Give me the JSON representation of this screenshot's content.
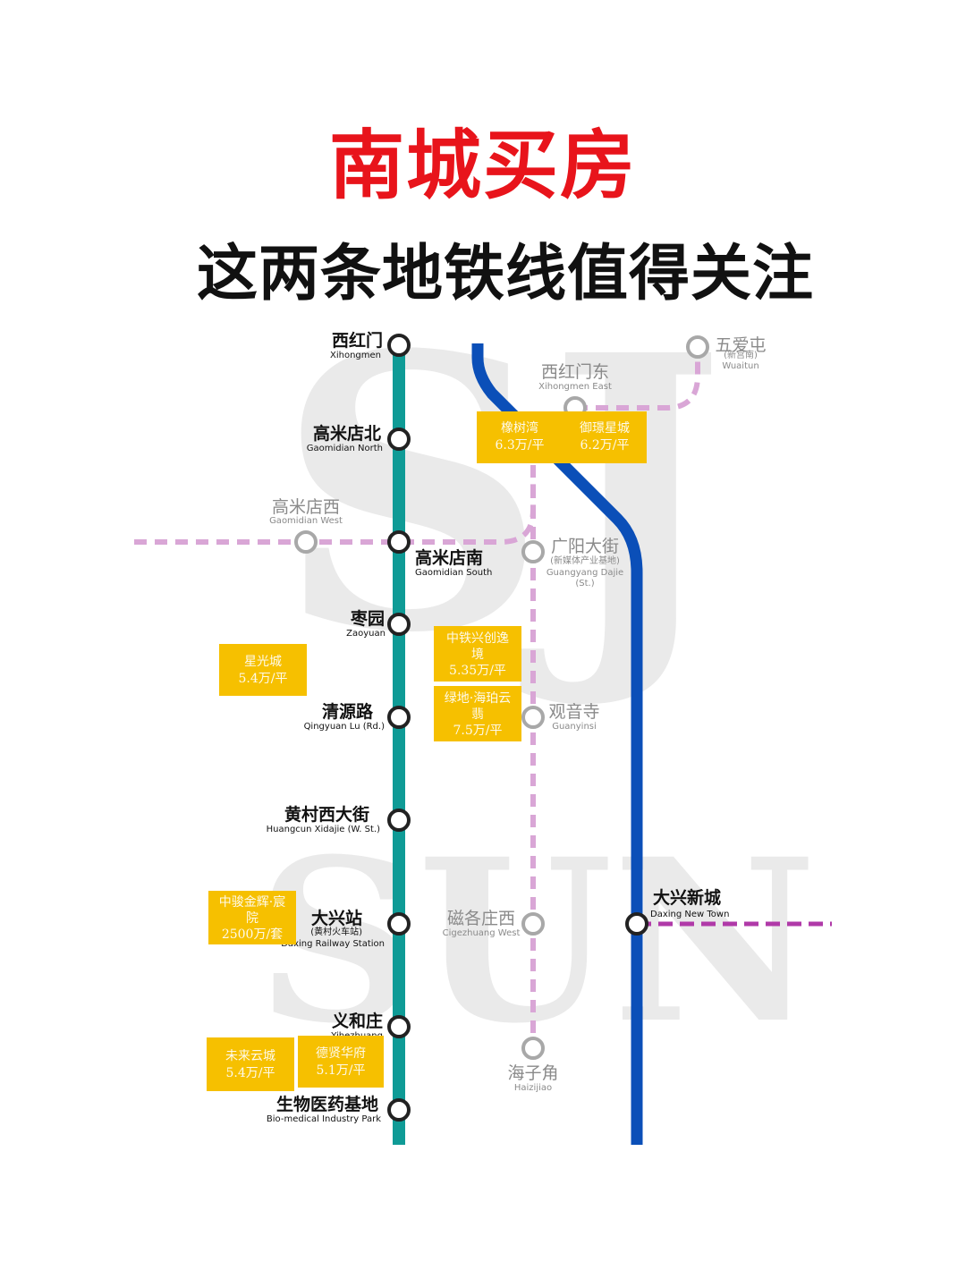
{
  "header": {
    "title": "南城买房",
    "title_color": "#e8141b",
    "subtitle": "这两条地铁线值得关注"
  },
  "watermark": {
    "line1": "SJ",
    "line2": "SUN",
    "color": "#d9d9d9"
  },
  "lines": {
    "line_a_color": "#0f9b96",
    "line_b_color": "#0b4fb8",
    "line_c_color": "#d9a6d6",
    "line_d_color": "#b03aa8"
  },
  "stations": {
    "xihongmen": {
      "cn": "西红门",
      "en": "Xihongmen"
    },
    "gaomidian_north": {
      "cn": "高米店北",
      "en": "Gaomidian North"
    },
    "gaomidian_west": {
      "cn": "高米店西",
      "en": "Gaomidian West"
    },
    "gaomidian_south": {
      "cn": "高米店南",
      "en": "Gaomidian South"
    },
    "zaoyuan": {
      "cn": "枣园",
      "en": "Zaoyuan"
    },
    "qingyuan_lu": {
      "cn": "清源路",
      "en": "Qingyuan Lu (Rd.)"
    },
    "huangcun_xidajie": {
      "cn": "黄村西大街",
      "en": "Huangcun Xidajie (W. St.)"
    },
    "daxing_station": {
      "cn": "大兴站",
      "note": "(黄村火车站)",
      "en": "Daxing Railway Station"
    },
    "yihezhuang": {
      "cn": "义和庄",
      "en": "Yihezhuang"
    },
    "biomedical": {
      "cn": "生物医药基地",
      "en": "Bio-medical Industry Park"
    },
    "xihongmen_east": {
      "cn": "西红门东",
      "en": "Xihongmen East"
    },
    "wuaitun": {
      "cn": "五爱屯",
      "note": "(新宫南)",
      "en": "Wuaitun"
    },
    "guangyang_dajie": {
      "cn": "广阳大街",
      "note": "(新媒体产业基地)",
      "en": "Guangyang Dajie",
      "en2": "(St.)"
    },
    "guanyinsi": {
      "cn": "观音寺",
      "en": "Guanyinsi"
    },
    "cigezhuang_west": {
      "cn": "磁各庄西",
      "en": "Cigezhuang West"
    },
    "haizijiao": {
      "cn": "海子角",
      "en": "Haizijiao"
    },
    "daxing_new_town": {
      "cn": "大兴新城",
      "en": "Daxing New Town"
    }
  },
  "projects": [
    {
      "id": "xiangshuwan",
      "lines": [
        "橡树湾",
        "6.3万/平"
      ]
    },
    {
      "id": "yujingxingcheng",
      "lines": [
        "御璟星城",
        "6.2万/平"
      ]
    },
    {
      "id": "zhongtie",
      "lines": [
        "中铁兴创逸",
        "境",
        "5.35万/平"
      ]
    },
    {
      "id": "xingguangcheng",
      "lines": [
        "星光城",
        "5.4万/平"
      ]
    },
    {
      "id": "lvdi",
      "lines": [
        "绿地·海珀云",
        "翡",
        "7.5万/平"
      ]
    },
    {
      "id": "zhongzhuang",
      "lines": [
        "中骏金辉·宸",
        "院",
        "2500万/套"
      ]
    },
    {
      "id": "weilaiyuncheng",
      "lines": [
        "未来云城",
        "5.4万/平"
      ]
    },
    {
      "id": "dexianhuafu",
      "lines": [
        "德贤华府",
        "5.1万/平"
      ]
    }
  ]
}
